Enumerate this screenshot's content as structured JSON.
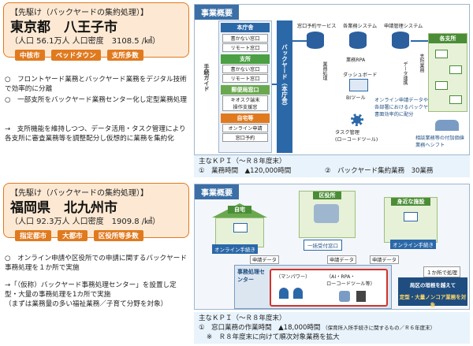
{
  "hachioji": {
    "tagline": "【先駆け（バックヤードの集約処理）】",
    "city": "東京都　八王子市",
    "population": "（人口  56.1万人  人口密度　3108.5 /㎢）",
    "tags": [
      "中核市",
      "ベッドタウン",
      "支所多数"
    ],
    "bullets": [
      "○　フロントヤード業務とバックヤード業務をデジタル技術で効率的に分離",
      "○　一部支所をバックヤード業務センター化し定型業務処理"
    ],
    "arrow_text": "→　支所機能を維持しつつ、データ活用・タスク管理により各支所に審査業務等を調整配分し仮想的に業務を集約化",
    "diagram": {
      "header": "事業概要",
      "proc_guide": "手続ガイド",
      "honcho": "本庁舎",
      "shisho": "支所",
      "yubin": "郵便局窓口",
      "jitaku": "自宅等",
      "window_a": "書かない窓口",
      "remote_a": "リモート窓口",
      "window_b": "書かない窓口",
      "remote_b": "リモート窓口",
      "kiosk": "キオスク端末\n操作支援窓",
      "online": "オンライン申請",
      "appt": "窓口予約",
      "backyard": "バックヤード（本庁舎）",
      "svc1": "窓口予約サービス",
      "svc2": "各業務システム",
      "svc3": "申請管理システム",
      "workflow": "業務RPA",
      "dashboard": "ダッシュボード",
      "bi": "BIツール",
      "task": "タスク管理\n(ローコードツール)",
      "various": "各支所",
      "online_note": "オンライン申請データや\n各部署におけるバックヤード業務を\n書面効率的に配分",
      "consult": "相談業務等の付加価値\n業務へシフト",
      "side1": "業務処理",
      "side2": "データ連携",
      "side3": "支所業務"
    },
    "kpi_title": "主なＫＰＩ（～Ｒ８年度末）",
    "kpi1": "①　業務時間　▲120,000時間",
    "kpi2": "②　バックヤード集約業務　30業務"
  },
  "fukuoka": {
    "tagline": "【先駆け（バックヤードの集約処理）】",
    "city": "福岡県　北九州市",
    "population": "（人口  92.3万人  人口密度　1909.8 /㎢）",
    "tags": [
      "指定都市",
      "大都市",
      "区役所等多数"
    ],
    "bullets": [
      "○　オンライン申請や区役所での申請に関するバックヤード事務処理を１か所で実施"
    ],
    "arrow_text": "→「（仮称）バックヤード事務処理センター」を設置し定型・大量の事務処理を1カ所で実施\n（まずは業務量の多い福祉業務／子育て分野を対象）",
    "diagram": {
      "header": "事業概要",
      "home": "自宅",
      "ward": "区役所",
      "facility": "身近な施設",
      "online1": "オンライン手続き",
      "single": "一括受付窓口",
      "online2": "オンライン手続き",
      "data1": "申請データ",
      "data2": "申請データ",
      "data3": "申請データ",
      "center": "事務処理センター",
      "manpower": "（マンパワー）",
      "tools": "（AI・RPA・\nローコードツール等）",
      "one_place": "１か所で処理",
      "beyond": "局区の垣根を越えて",
      "target": "定型・大量ノンコア業務を対象"
    },
    "kpi_title": "主なＫＰＩ（～Ｒ８年度末）",
    "kpi1": "①　窓口業務の作業時間　▲18,000時間",
    "kpi1_note": "（保育所入所手続きに関するもの／Ｒ６年度末）",
    "kpi2": "※　Ｒ８年度末に向けて順次対象業務を拡大"
  }
}
